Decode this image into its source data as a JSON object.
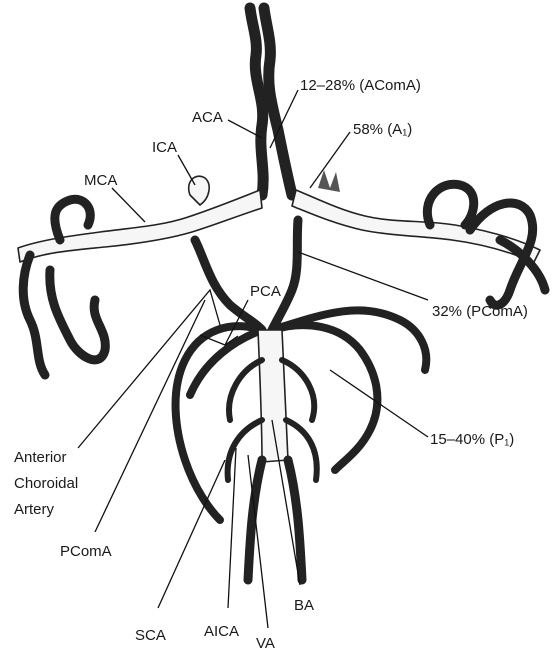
{
  "labels": {
    "acomA_pct": "12–28% (AComA)",
    "aca": "ACA",
    "a1_pct": "58% (A₁)",
    "ica": "ICA",
    "mca": "MCA",
    "pca": "PCA",
    "pcomA_pct": "32% (PComA)",
    "p1_pct": "15–40% (P₁)",
    "ant_choroidal_1": "Anterior",
    "ant_choroidal_2": "Choroidal",
    "ant_choroidal_3": "Artery",
    "pcoma": "PComA",
    "ba": "BA",
    "sca": "SCA",
    "aica": "AICA",
    "va": "VA"
  },
  "colors": {
    "line": "#222222",
    "vessel_fill": "#f6f6f6",
    "background": "#ffffff"
  }
}
